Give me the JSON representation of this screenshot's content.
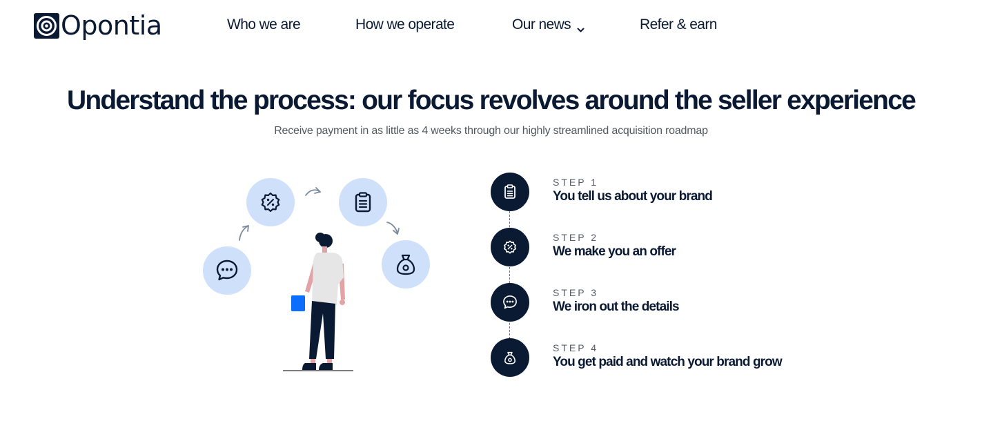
{
  "header": {
    "logo_text": "Opontia",
    "nav": [
      {
        "label": "Who we are"
      },
      {
        "label": "How we operate"
      },
      {
        "label": "Our news",
        "has_dropdown": true
      },
      {
        "label": "Refer & earn"
      }
    ]
  },
  "hero": {
    "title": "Understand the process: our focus revolves around the seller experience",
    "subtitle": "Receive payment in as little as 4 weeks through our highly streamlined acquisition roadmap"
  },
  "illustration": {
    "icons": [
      "chat-icon",
      "discount-badge-icon",
      "clipboard-icon",
      "money-bag-icon"
    ]
  },
  "steps": [
    {
      "label": "STEP 1",
      "title": "You tell us about your brand",
      "icon": "clipboard-icon"
    },
    {
      "label": "STEP 2",
      "title": "We make you an offer",
      "icon": "discount-badge-icon"
    },
    {
      "label": "STEP 3",
      "title": "We iron out the details",
      "icon": "chat-icon"
    },
    {
      "label": "STEP 4",
      "title": "You get paid and watch your brand grow",
      "icon": "money-bag-icon"
    }
  ],
  "colors": {
    "navy": "#0b1a33",
    "light_blue": "#cfe0fb",
    "accent_blue": "#0d6efd",
    "figure_shirt": "#e6e6e6",
    "figure_skin": "#e2a3a6"
  }
}
